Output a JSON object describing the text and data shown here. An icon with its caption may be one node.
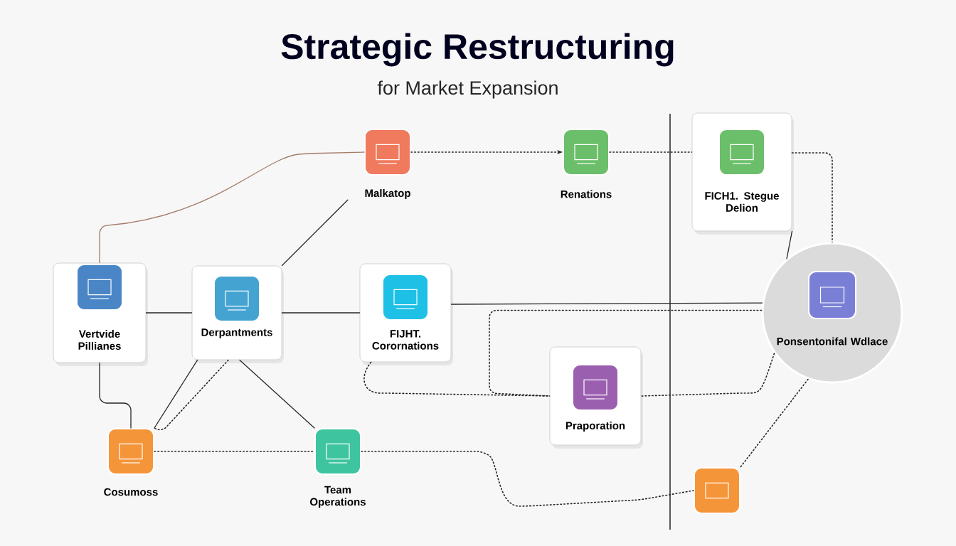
{
  "diagram": {
    "title": "Strategic Restructuring",
    "nodes": [
      {
        "text": [
          "Vertvide Pillianes"
        ]
      },
      {
        "text": [
          "Derpantments"
        ]
      },
      {
        "text": [
          "Malkatop"
        ]
      },
      {
        "text": [
          "Renations"
        ]
      },
      {
        "text": [
          "FICH1. Stegue Delion"
        ]
      },
      {
        "text": [
          "FIJHT. Corornations"
        ]
      },
      {
        "text": [
          "Ponsentonifal Wdlace"
        ]
      },
      {
        "text": [
          "Praporation"
        ]
      },
      {
        "text": [
          "Cosumoss"
        ]
      },
      {
        "text": [
          "Team Operations"
        ]
      },
      {
        "text": [],
        "shape": "box"
      }
    ],
    "edges": [
      {
        "from": 0,
        "to": 2,
        "arrow": "none",
        "color": "#a57c6a"
      },
      {
        "from": 0,
        "to": 1,
        "arrow": "none"
      },
      {
        "from": 1,
        "to": 2,
        "arrow": "none"
      },
      {
        "from": 1,
        "to": 5,
        "arrow": "none"
      },
      {
        "from": 5,
        "to": 6,
        "arrow": "none"
      },
      {
        "from": 2,
        "to": 3,
        "arrow": "to",
        "style": "dashed"
      },
      {
        "from": 3,
        "to": 4,
        "arrow": "none",
        "style": "dashed"
      },
      {
        "from": 4,
        "to": 6,
        "arrow": "none",
        "style": "dashed"
      },
      {
        "from": 4,
        "to": 6,
        "arrow": "none"
      },
      {
        "from": 0,
        "to": 8,
        "arrow": "none"
      },
      {
        "from": 1,
        "to": 8,
        "arrow": "none"
      },
      {
        "from": 1,
        "to": 8,
        "arrow": "none",
        "style": "dashed"
      },
      {
        "from": 1,
        "to": 9,
        "arrow": "none"
      },
      {
        "from": 8,
        "to": 9,
        "arrow": "none",
        "style": "dashed"
      },
      {
        "from": 9,
        "to": 10,
        "arrow": "none",
        "style": "dashed"
      },
      {
        "from": 5,
        "to": 7,
        "arrow": "none",
        "style": "dashed"
      },
      {
        "from": 6,
        "to": 7,
        "arrow": "none",
        "style": "dashed"
      },
      {
        "from": 7,
        "to": 6,
        "arrow": "none",
        "style": "dashed"
      },
      {
        "from": 6,
        "to": 10,
        "arrow": "none",
        "style": "dashed"
      }
    ],
    "labels": [
      "for Market Expansion"
    ]
  }
}
